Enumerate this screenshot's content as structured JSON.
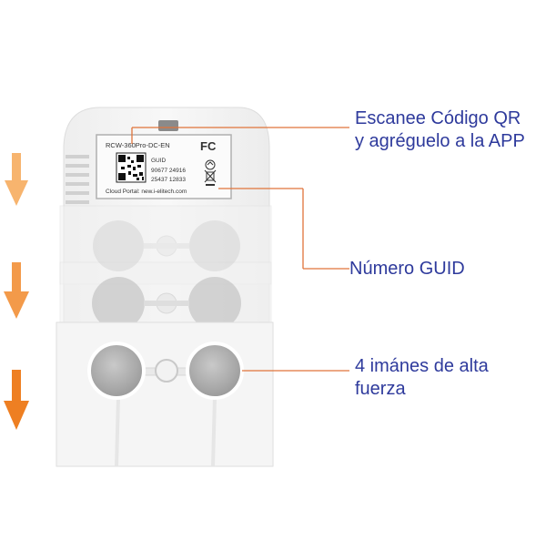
{
  "device_label": {
    "model": "RCW-360Pro-DC-EN",
    "fcc_mark": "FC",
    "guid_title": "GUID",
    "guid_line1": "90677 24916",
    "guid_line2": "25437 12833",
    "cloud_portal": "Cloud Portal: new.i-elitech.com"
  },
  "callouts": {
    "qr_line1": "Escanee Código QR",
    "qr_line2": "y agréguelo a la APP",
    "guid": "Número GUID",
    "magnets_line1": "4 imánes de alta",
    "magnets_line2": "fuerza"
  },
  "colors": {
    "callout_text": "#2e3a9c",
    "leader_line": "#e0743a",
    "arrow_light": "#f7b46e",
    "arrow_mid": "#f39a4a",
    "arrow_dark": "#ee7f22"
  }
}
